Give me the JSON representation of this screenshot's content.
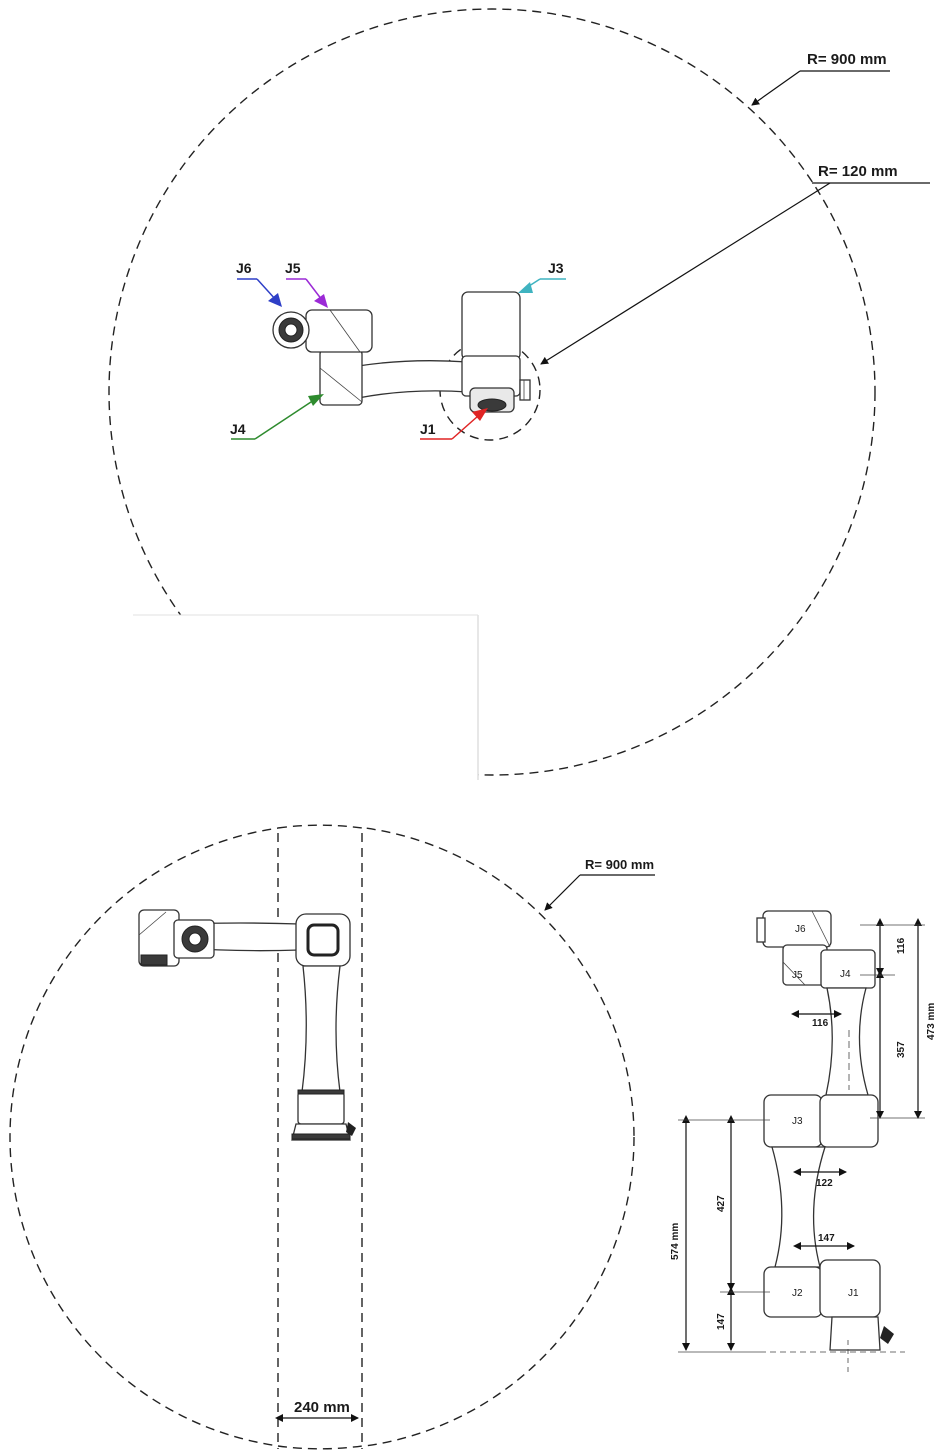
{
  "top_view": {
    "outer_radius_label": "R= 900 mm",
    "inner_radius_label": "R= 120 mm",
    "joints": [
      {
        "label": "J6",
        "color": "#2e3fc7"
      },
      {
        "label": "J5",
        "color": "#9b2ad6"
      },
      {
        "label": "J3",
        "color": "#3fb3c0"
      },
      {
        "label": "J4",
        "color": "#2e8b2e"
      },
      {
        "label": "J1",
        "color": "#e02424"
      }
    ]
  },
  "side_view": {
    "radius_label": "R= 900 mm",
    "gap_label": "240 mm"
  },
  "dimension_view": {
    "joint_labels": [
      "J6",
      "J5",
      "J4",
      "J3",
      "J2",
      "J1"
    ],
    "dimensions": [
      "116",
      "357",
      "473 mm",
      "116",
      "122",
      "147",
      "574 mm",
      "427",
      "147"
    ]
  }
}
